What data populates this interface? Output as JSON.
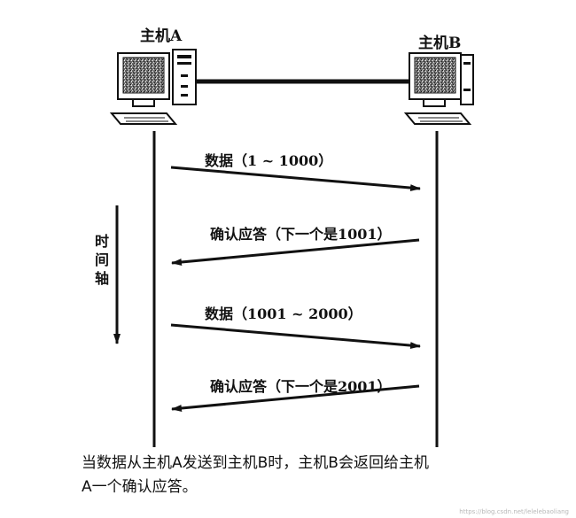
{
  "hosts": {
    "a_label": "主机A",
    "b_label": "主机B"
  },
  "time_axis": {
    "chars": [
      "时",
      "间",
      "轴"
    ]
  },
  "messages": [
    {
      "label": "数据（1 ~ 1000）",
      "direction": "a_to_b"
    },
    {
      "label": "确认应答（下一个是1001）",
      "direction": "b_to_a"
    },
    {
      "label": "数据（1001 ~ 2000）",
      "direction": "a_to_b"
    },
    {
      "label": "确认应答（下一个是2001）",
      "direction": "b_to_a"
    }
  ],
  "caption": {
    "line1": "当数据从主机A发送到主机B时，主机B会返回给主机",
    "line2": "A一个确认应答。"
  },
  "watermark": "https://blog.csdn.net/lelelebaoliang",
  "colors": {
    "ink": "#111111",
    "screen_noise": "#555555"
  }
}
